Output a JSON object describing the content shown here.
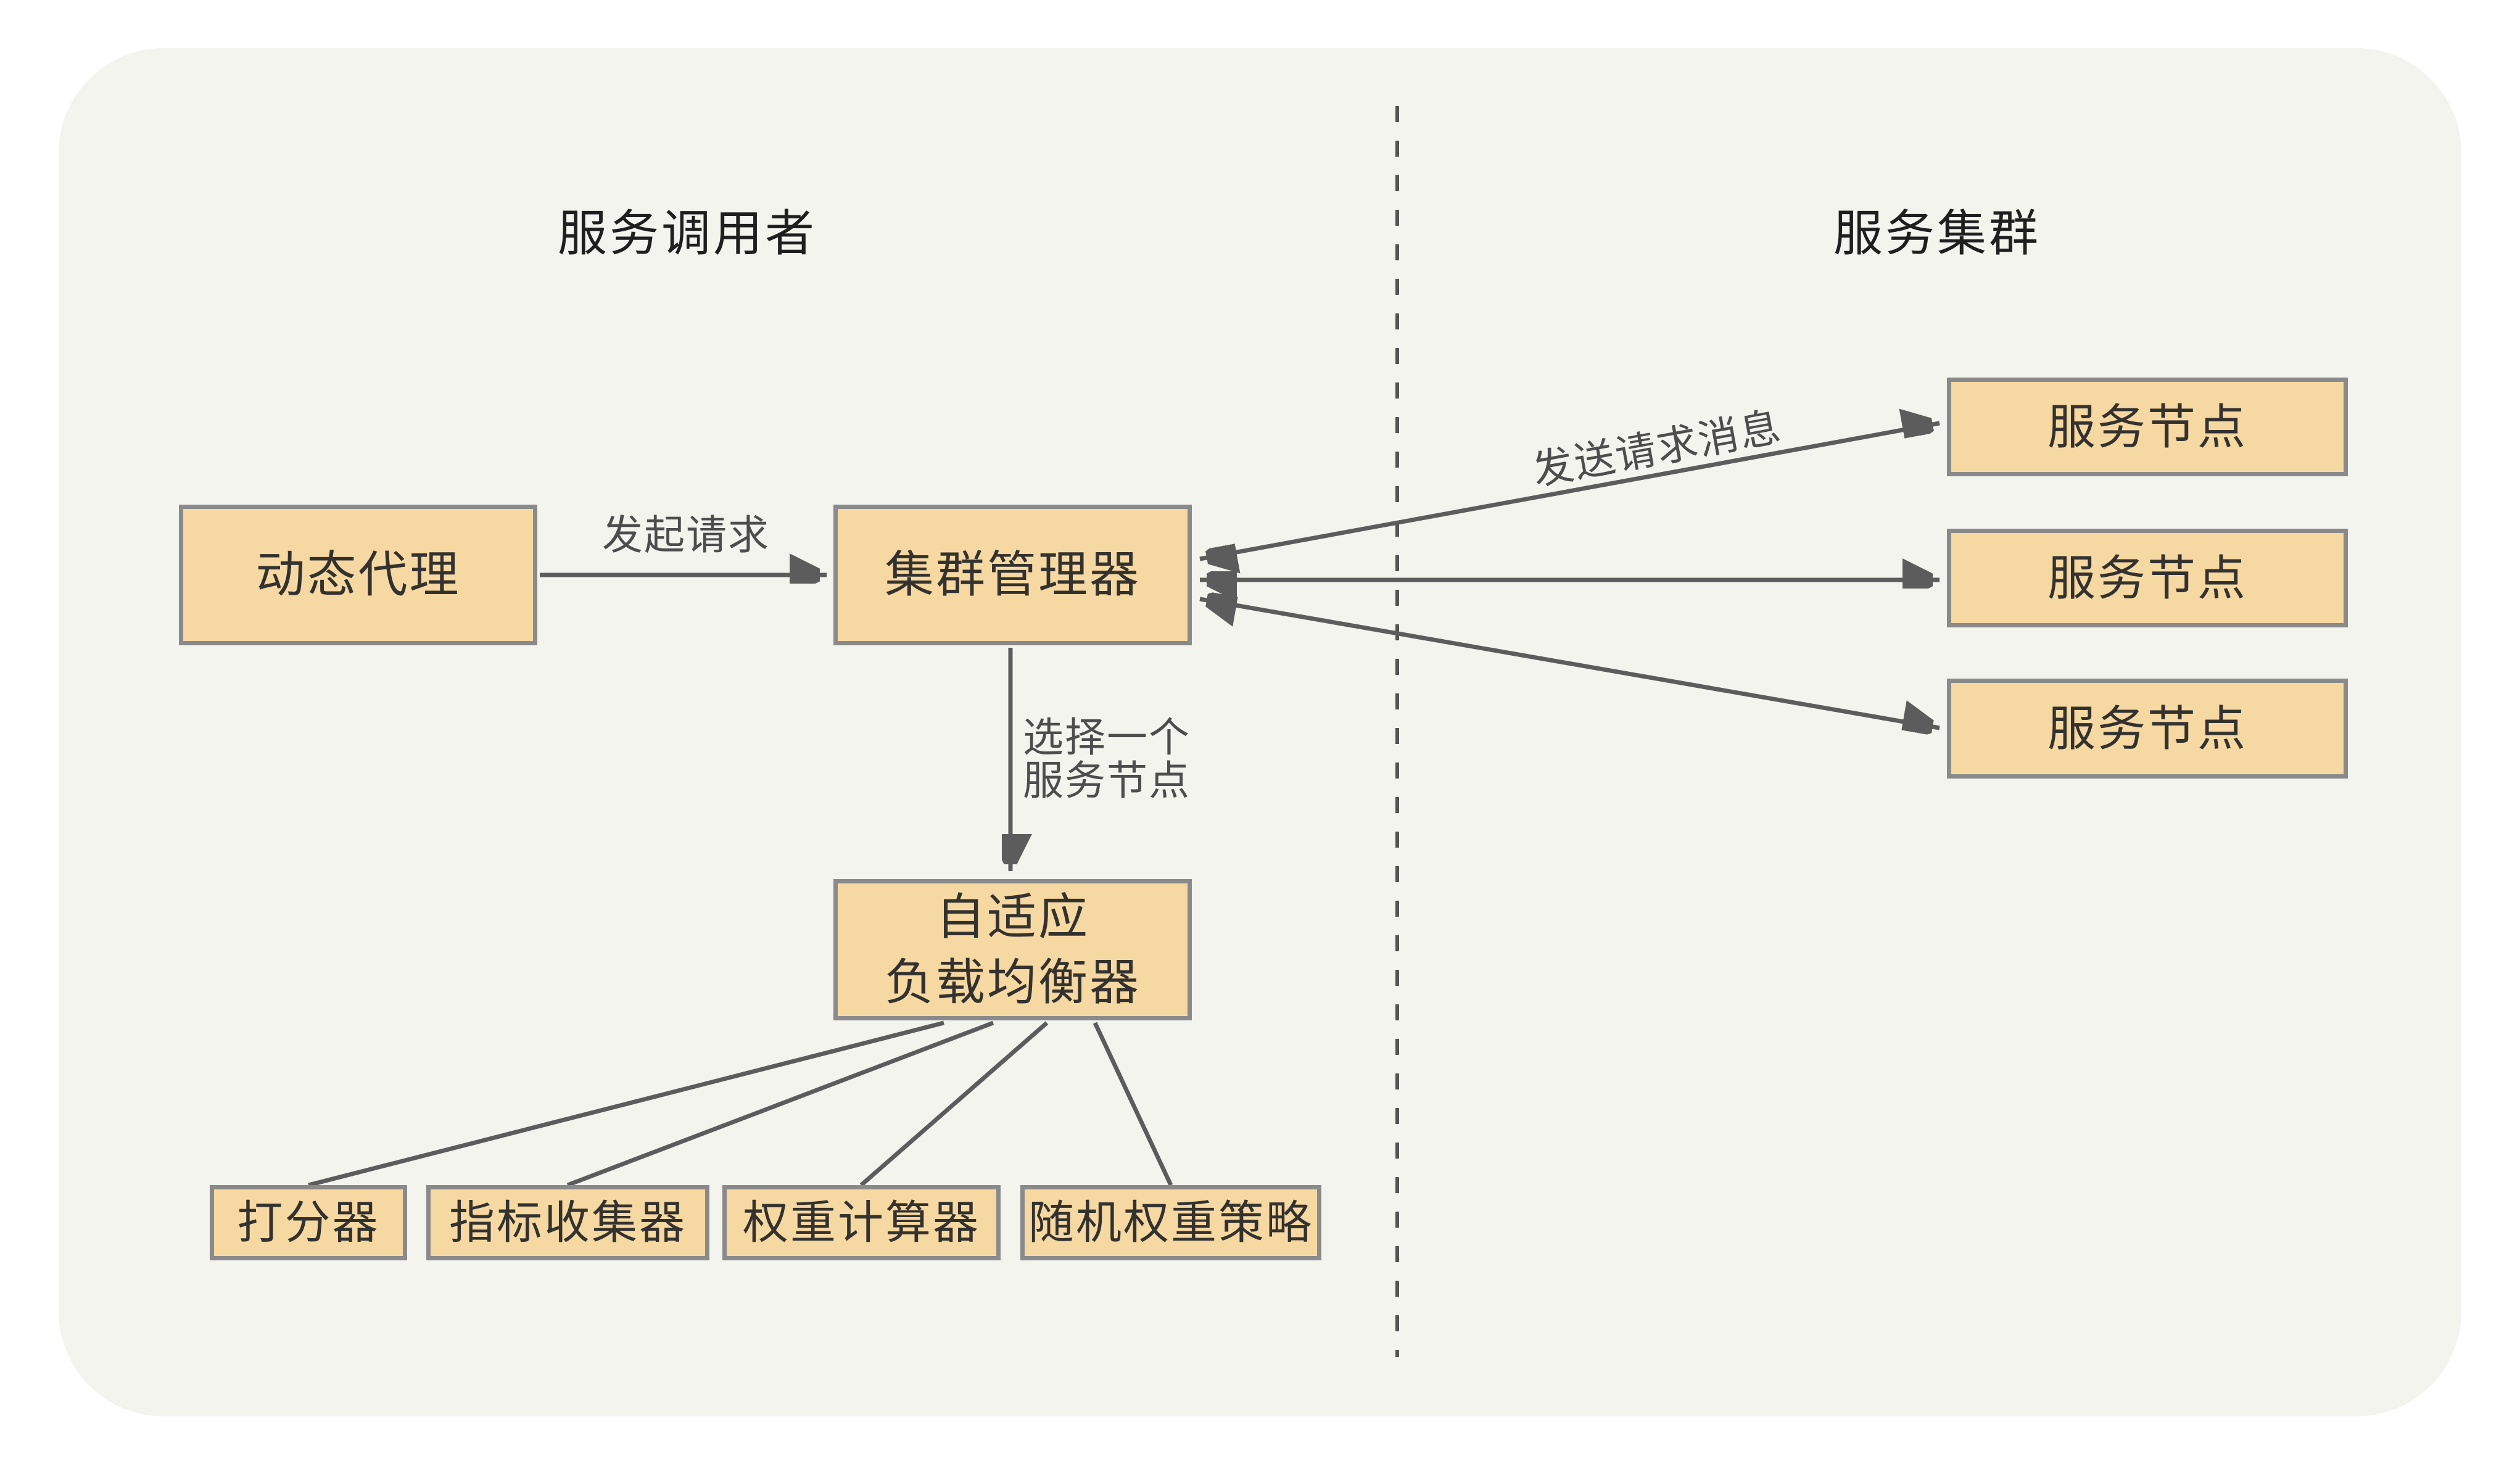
{
  "diagram": {
    "left_section": {
      "title": "服务调用者"
    },
    "right_section": {
      "title": "服务集群"
    },
    "nodes": {
      "dynamic_proxy": "动态代理",
      "cluster_manager": "集群管理器",
      "adaptive_lb_line1": "自适应",
      "adaptive_lb_line2": "负载均衡器",
      "scorer": "打分器",
      "metrics_collector": "指标收集器",
      "weight_calculator": "权重计算器",
      "random_weight_strategy": "随机权重策略",
      "service_node_1": "服务节点",
      "service_node_2": "服务节点",
      "service_node_3": "服务节点"
    },
    "edge_labels": {
      "initiate_request": "发起请求",
      "select_node_line1": "选择一个",
      "select_node_line2": "服务节点",
      "send_request_message": "发送请求消息"
    },
    "colors": {
      "page_bg": "#ffffff",
      "panel_bg": "#f4f4ef",
      "node_fill": "#f6d8a2",
      "node_border": "#8a8a8a",
      "node_text": "#34322e",
      "connector": "#5c5c5c",
      "edge_label_text": "#4d4d4d",
      "divider_dash": "#545454"
    }
  }
}
